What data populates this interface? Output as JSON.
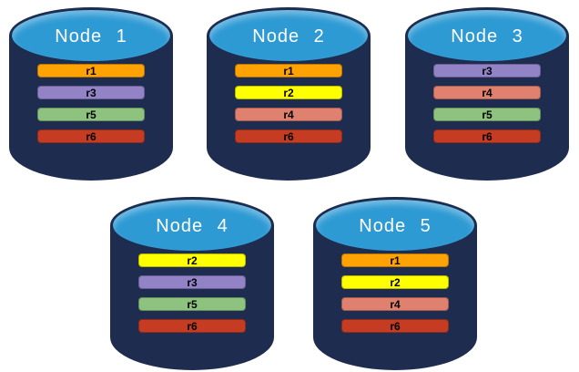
{
  "diagram": {
    "type": "database-replication-diagram",
    "colors": {
      "background": "#FFFFFF",
      "cylinder_body": "#1E2C4F",
      "cylinder_top": "#2E9AD4",
      "node_label_text": "#FFFFFF",
      "replica_label_text": "#000000"
    },
    "replica_colors": {
      "r1": "#FFA203",
      "r2": "#FFFF00",
      "r3": "#9283C6",
      "r4": "#E0806E",
      "r5": "#8DC37F",
      "r6": "#C53C23"
    },
    "nodes": [
      {
        "label": "Node 1",
        "replicas": [
          "r1",
          "r3",
          "r5",
          "r6"
        ]
      },
      {
        "label": "Node 2",
        "replicas": [
          "r1",
          "r2",
          "r4",
          "r6"
        ]
      },
      {
        "label": "Node 3",
        "replicas": [
          "r3",
          "r4",
          "r5",
          "r6"
        ]
      },
      {
        "label": "Node 4",
        "replicas": [
          "r2",
          "r3",
          "r5",
          "r6"
        ]
      },
      {
        "label": "Node 5",
        "replicas": [
          "r1",
          "r2",
          "r4",
          "r6"
        ]
      }
    ]
  }
}
